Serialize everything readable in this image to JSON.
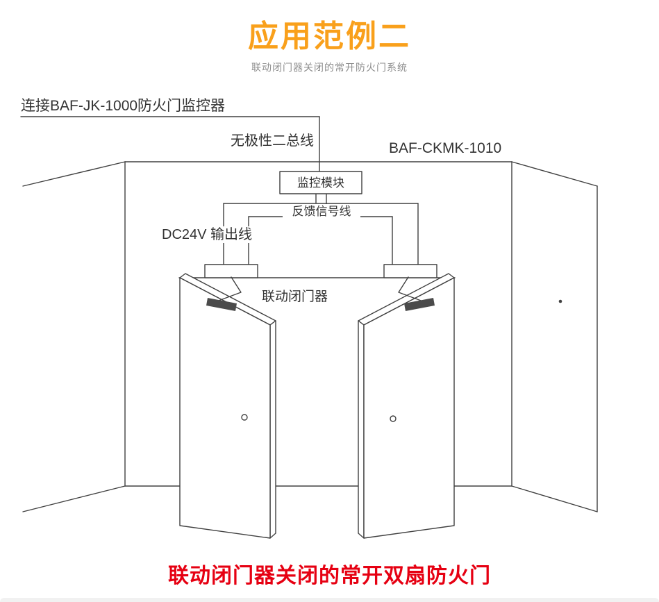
{
  "page": {
    "title": "应用范例二",
    "subtitle": "联动闭门器关闭的常开防火门系统",
    "caption": "联动闭门器关闭的常开双扇防火门",
    "colors": {
      "accent": "#f9a01b",
      "caption": "#e60012",
      "line": "#404040"
    }
  },
  "diagram": {
    "labels": {
      "connect": "连接BAF-JK-1000防火门监控器",
      "bus": "无极性二总线",
      "model": "BAF-CKMK-1010",
      "module": "监控模块",
      "feedback": "反馈信号线",
      "dc24v": "DC24V 输出线",
      "closer": "联动闭门器"
    }
  }
}
